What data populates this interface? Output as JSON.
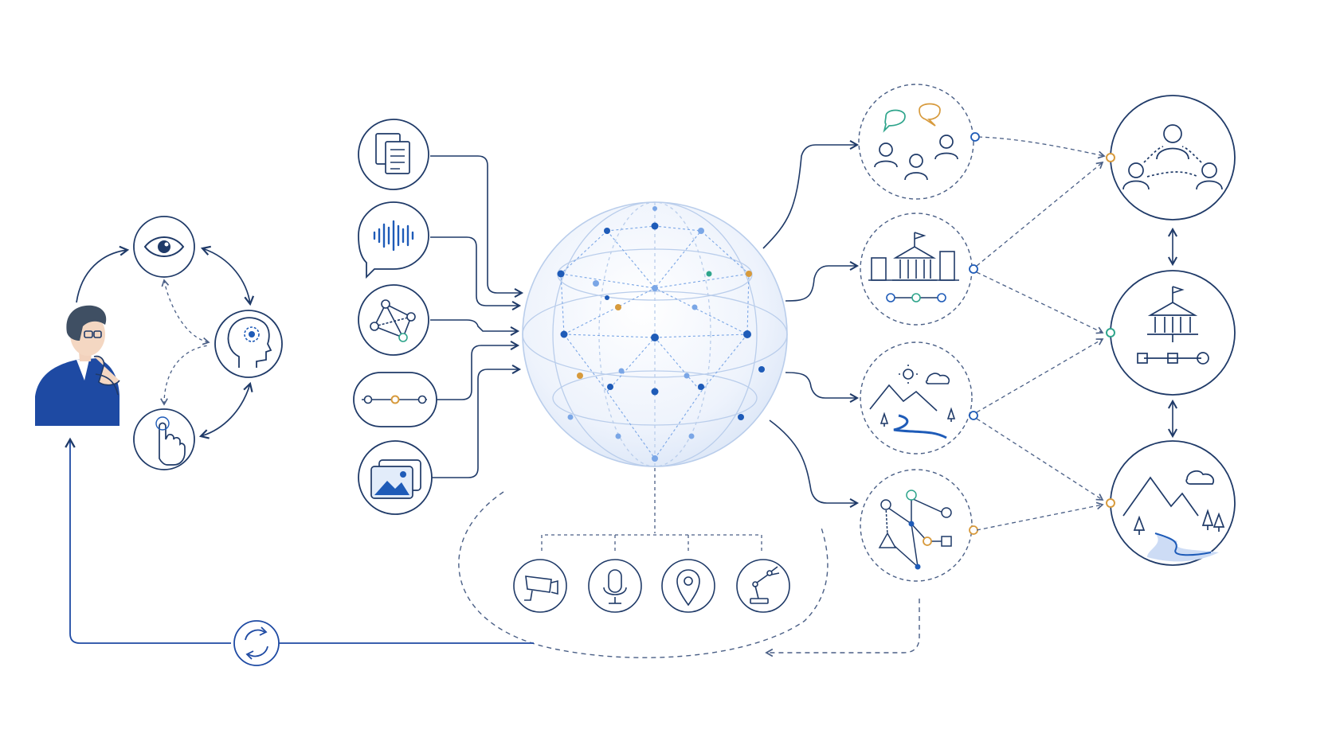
{
  "colors": {
    "navy": "#1f3a68",
    "blue": "#1e5bb8",
    "light_blue": "#7aa6e6",
    "teal": "#2fa58c",
    "orange": "#d79a3c",
    "sphere_fill": "#e8f0fb",
    "dash": "#4a5f86",
    "person_jacket": "#1e4aa3",
    "person_hair": "#3f4f63"
  },
  "person": {
    "icon": "thinking-person-icon"
  },
  "perception_loop": [
    {
      "id": "observe",
      "icon": "eye-icon"
    },
    {
      "id": "think",
      "icon": "brain-head-icon"
    },
    {
      "id": "act",
      "icon": "pointing-hand-icon"
    }
  ],
  "input_modalities": [
    {
      "id": "documents",
      "icon": "documents-icon"
    },
    {
      "id": "audio",
      "icon": "audio-waveform-icon"
    },
    {
      "id": "graph",
      "icon": "network-graph-icon"
    },
    {
      "id": "timeline",
      "icon": "timeline-icon"
    },
    {
      "id": "images",
      "icon": "image-gallery-icon"
    }
  ],
  "core": {
    "icon": "knowledge-sphere-icon"
  },
  "sensors": [
    {
      "id": "camera",
      "icon": "security-camera-icon"
    },
    {
      "id": "microphone",
      "icon": "microphone-icon"
    },
    {
      "id": "location",
      "icon": "location-pin-icon"
    },
    {
      "id": "robot",
      "icon": "robot-arm-icon"
    }
  ],
  "contexts": [
    {
      "id": "social",
      "icon": "conversation-people-icon"
    },
    {
      "id": "institutional",
      "icon": "city-institution-icon"
    },
    {
      "id": "environment",
      "icon": "landscape-icon"
    },
    {
      "id": "abstract",
      "icon": "shapes-graph-icon"
    }
  ],
  "world_models": [
    {
      "id": "society",
      "icon": "people-network-icon"
    },
    {
      "id": "governance",
      "icon": "institution-flow-icon"
    },
    {
      "id": "nature",
      "icon": "mountain-landscape-icon"
    }
  ],
  "feedback": {
    "icon": "refresh-cycle-icon"
  }
}
